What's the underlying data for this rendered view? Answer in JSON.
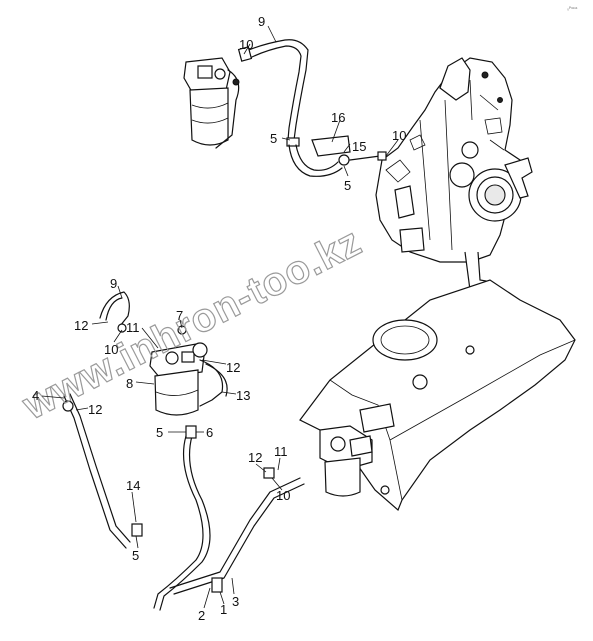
{
  "corner_mark": "₀ᴾᶦᵃⁿˢ",
  "watermark": "www.inhron-too.kz",
  "callouts": {
    "c9_top": "9",
    "c10_top": "10",
    "c16": "16",
    "c15": "15",
    "c10_right": "10",
    "c5_a": "5",
    "c5_b": "5",
    "c9_left": "9",
    "c7": "7",
    "c12_a": "12",
    "c11_a": "11",
    "c10_left": "10",
    "c12_b": "12",
    "c8": "8",
    "c13": "13",
    "c4": "4",
    "c12_c": "12",
    "c5_c": "5",
    "c6": "6",
    "c12_d": "12",
    "c11_b": "11",
    "c10_bottom": "10",
    "c14": "14",
    "c5_d": "5",
    "c2": "2",
    "c1": "1",
    "c3": "3"
  }
}
